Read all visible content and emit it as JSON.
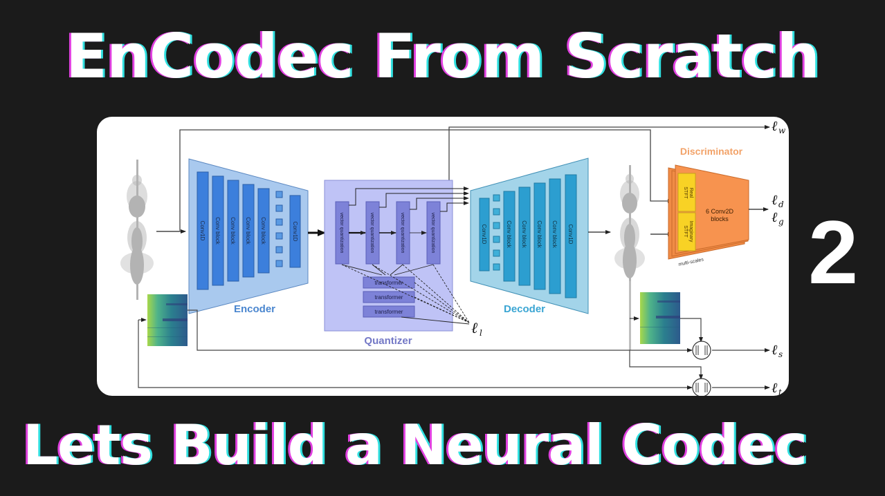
{
  "thumbnail": {
    "title_top": "EnCodec From Scratch",
    "title_bottom": "Lets Build a Neural Codec",
    "episode_number": "2"
  },
  "diagram": {
    "encoder": {
      "label": "Encoder",
      "blocks": [
        "Conv1D",
        "Conv block",
        "Conv block",
        "Conv block",
        "Conv block",
        "Conv1D"
      ],
      "color": "#5b9be0"
    },
    "quantizer": {
      "label": "Quantizer",
      "vq_blocks": [
        "vector quantization",
        "vector quantization",
        "vector quantization",
        "vector quantization"
      ],
      "transformers": [
        "transformer",
        "transformer",
        "transformer"
      ],
      "color": "#9fa3ef"
    },
    "decoder": {
      "label": "Decoder",
      "blocks": [
        "Conv1D",
        "Conv block",
        "Conv block",
        "Conv block",
        "Conv block",
        "Conv1D"
      ],
      "color": "#49aed6"
    },
    "discriminator": {
      "label": "Discriminator",
      "stft_real": [
        "Real",
        "STFT"
      ],
      "stft_imag": [
        "Imaginary",
        "STFT"
      ],
      "blocks_label": [
        "6 Conv2D",
        "blocks"
      ],
      "multi_scales": "multi-scales",
      "color": "#f5944e"
    },
    "losses": {
      "l_w": "w",
      "l_d": "d",
      "l_g": "g",
      "l_l": "l",
      "l_s": "s",
      "l_t": "t",
      "symbol": "ℓ"
    }
  }
}
